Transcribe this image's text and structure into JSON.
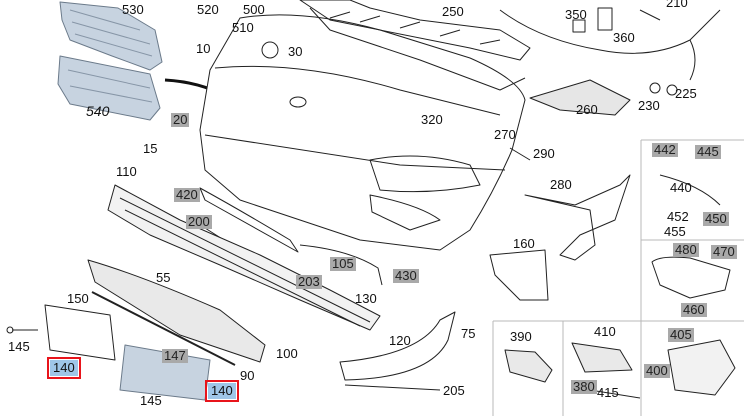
{
  "colors": {
    "highlight_border": "#e8141b",
    "highlight_fill": "#9fc6e8",
    "gray_tag": "#a9a9a9",
    "line": "#222222"
  },
  "labels": {
    "l530": "530",
    "l520": "520",
    "l500": "500",
    "l250": "250",
    "l350": "350",
    "l210": "210",
    "l510": "510",
    "l360": "360",
    "l10": "10",
    "l30": "30",
    "l540": "540",
    "l260": "260",
    "l225": "225",
    "l230": "230",
    "l20": "20",
    "l320": "320",
    "l270": "270",
    "l15": "15",
    "l290": "290",
    "l442": "442",
    "l445": "445",
    "l110": "110",
    "l280": "280",
    "l440": "440",
    "l420": "420",
    "l452": "452",
    "l455": "455",
    "l450": "450",
    "l200": "200",
    "l160": "160",
    "l480": "480",
    "l470": "470",
    "l105": "105",
    "l55": "55",
    "l430": "430",
    "l203": "203",
    "l130": "130",
    "l460": "460",
    "l150": "150",
    "l120": "120",
    "l75": "75",
    "l145a": "145",
    "l390": "390",
    "l410": "410",
    "l405": "405",
    "l140a": "140",
    "l147": "147",
    "l100": "100",
    "l400": "400",
    "l90": "90",
    "l380": "380",
    "l415": "415",
    "l140b": "140",
    "l205": "205",
    "l145b": "145"
  }
}
